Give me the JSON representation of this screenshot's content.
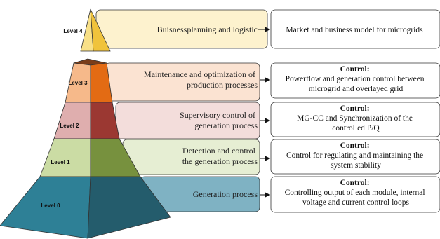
{
  "levels": [
    {
      "level_label": "Level 4",
      "band_lines": [
        "Buisnessplanning and logistic"
      ],
      "box_title": "",
      "box_lines": [
        "Market and business model for microgrids"
      ],
      "colors": {
        "light": "#f8e088",
        "dark": "#f0c33c",
        "band": "#fdf2ce"
      }
    },
    {
      "level_label": "Level 3",
      "band_lines": [
        "Maintenance and optimization of",
        "production processes"
      ],
      "box_title": "Control:",
      "box_lines": [
        "Powerflow and generation control between",
        "microgrid and overlayed grid"
      ],
      "colors": {
        "light": "#f6b98a",
        "dark": "#e36b14",
        "band": "#fbe3d2"
      }
    },
    {
      "level_label": "Level 2",
      "band_lines": [
        "Supervisory control of",
        "generation process"
      ],
      "box_title": "Control:",
      "box_lines": [
        "MG-CC and Synchronization of the",
        "controlled P/Q"
      ],
      "colors": {
        "light": "#dfaeae",
        "dark": "#9b3832",
        "band": "#f3dddb"
      }
    },
    {
      "level_label": "Level 1",
      "band_lines": [
        "Detection and control",
        "the generation process"
      ],
      "box_title": "Control:",
      "box_lines": [
        "Control for regulating and maintaining the",
        "system stability"
      ],
      "colors": {
        "light": "#cbdca4",
        "dark": "#77913e",
        "band": "#e6eed3"
      }
    },
    {
      "level_label": "Level 0",
      "band_lines": [
        "Generation process"
      ],
      "box_title": "Control:",
      "box_lines": [
        "Controlling output of each module, internal",
        "voltage and current control loops"
      ],
      "colors": {
        "light": "#2e8096",
        "dark": "#245c6c",
        "band": "#7fb2c3"
      }
    }
  ],
  "top_cap_color": "#7a3d19"
}
